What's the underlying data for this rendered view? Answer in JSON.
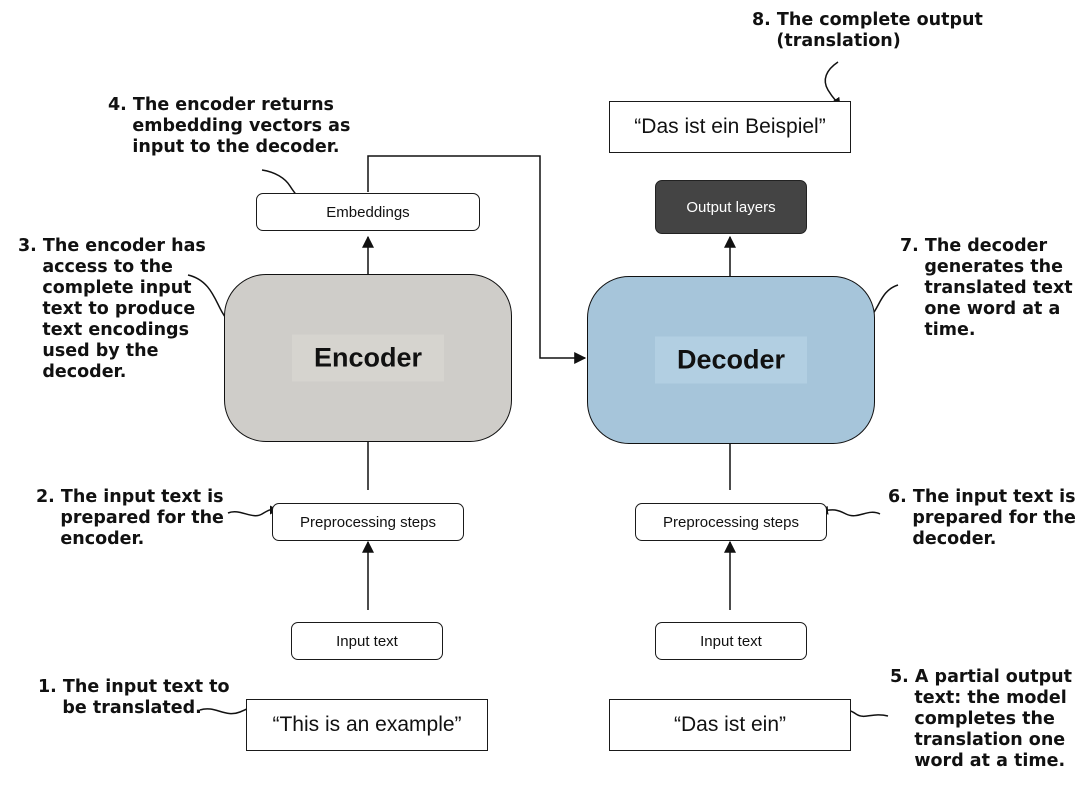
{
  "encoder_side": {
    "embeddings": "Embeddings",
    "encoder": "Encoder",
    "preprocessing": "Preprocessing steps",
    "input_text": "Input text",
    "source_sentence": "“This is an example”"
  },
  "decoder_side": {
    "output_layers": "Output layers",
    "decoder": "Decoder",
    "preprocessing": "Preprocessing steps",
    "input_text": "Input text",
    "partial_output": "“Das ist ein”",
    "complete_output": "“Das ist ein Beispiel”"
  },
  "annotations": {
    "a1": "1. The input text to\n    be translated.",
    "a2": "2. The input text is\n    prepared for the\n    encoder.",
    "a3": "3. The encoder has\n    access to the\n    complete input\n    text to produce\n    text encodings\n    used by the\n    decoder.",
    "a4": "4. The encoder returns\n    embedding vectors as\n    input to the decoder.",
    "a5": "5. A partial output\n    text: the model\n    completes the\n    translation one\n    word at a time.",
    "a6": "6. The input text is\n    prepared for the\n    decoder.",
    "a7": "7. The decoder\n    generates the\n    translated text\n    one word at a\n    time.",
    "a8": "8. The complete output\n    (translation)"
  },
  "colors": {
    "encoder_fill": "#cfcdc9",
    "decoder_fill": "#a6c5da",
    "output_layers_fill": "#444444"
  }
}
